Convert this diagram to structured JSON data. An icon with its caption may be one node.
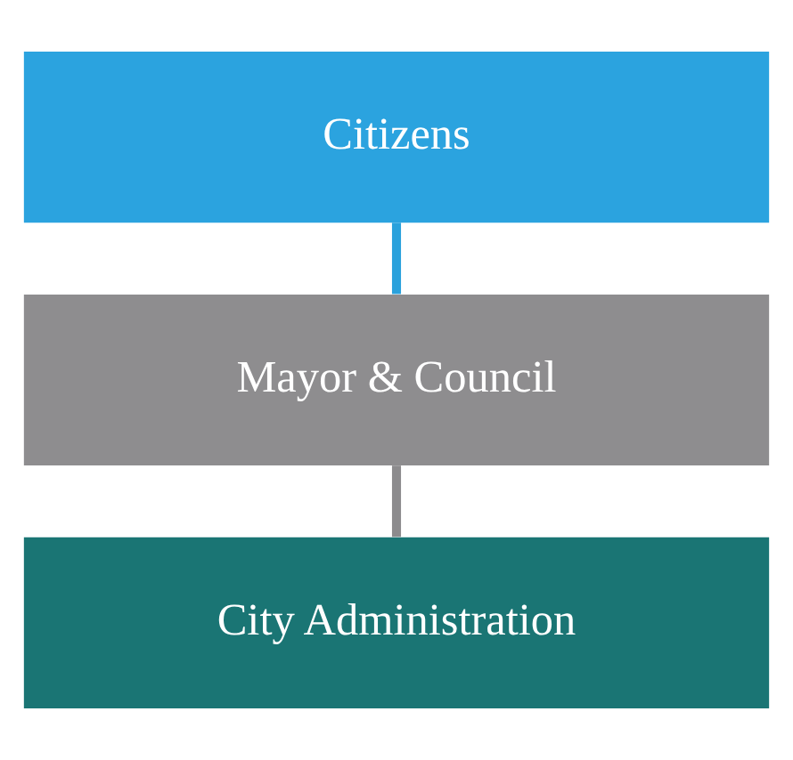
{
  "diagram": {
    "nodes": [
      {
        "text": [
          "Citizens"
        ]
      },
      {
        "text": [
          "Mayor & Council"
        ]
      },
      {
        "text": [
          "City Administration"
        ]
      }
    ],
    "edges": [
      {
        "from": 0,
        "to": 1,
        "arrow": "none",
        "color": "#2aa1dc"
      },
      {
        "from": 1,
        "to": 2,
        "arrow": "none",
        "color": "#8c8b8d"
      }
    ]
  }
}
